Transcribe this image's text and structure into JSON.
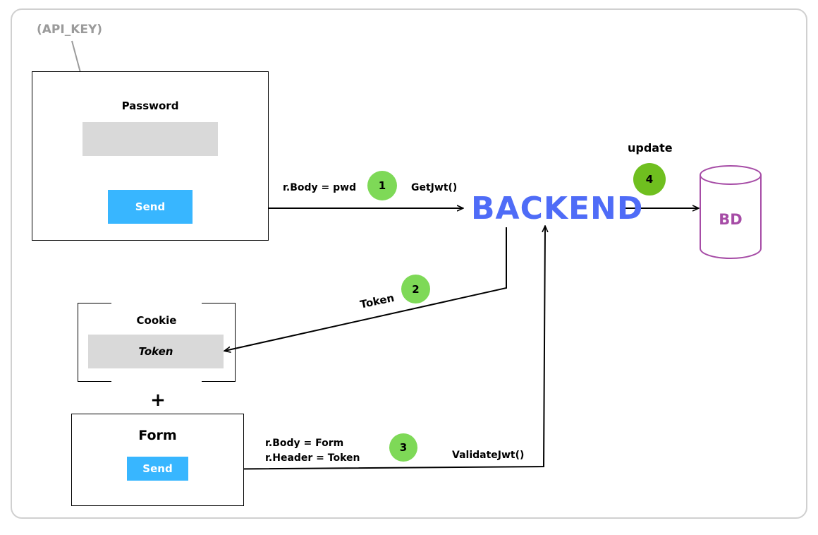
{
  "api_key_label": "(API_KEY)",
  "login_panel": {
    "password_label": "Password",
    "send_label": "Send"
  },
  "step1": {
    "number": "1",
    "body_label": "r.Body = pwd",
    "function_label": "GetJwt()"
  },
  "backend_label": "BACKEND",
  "step4": {
    "number": "4",
    "label": "update"
  },
  "database_label": "BD",
  "step2": {
    "number": "2",
    "label": "Token"
  },
  "cookie_panel": {
    "title": "Cookie",
    "value": "Token"
  },
  "plus_sign": "+",
  "form_panel": {
    "title": "Form",
    "send_label": "Send"
  },
  "step3": {
    "number": "3",
    "body_label": "r.Body = Form",
    "header_label": "r.Header = Token",
    "function_label": "ValidateJwt()"
  },
  "colors": {
    "backend": "#4f6cf7",
    "database": "#a64ca6",
    "step_badge": "#7ed957",
    "step4_badge": "#6fbf1f",
    "button": "#38b6ff",
    "input": "#d9d9d9",
    "api_key": "#9b9b9b"
  }
}
